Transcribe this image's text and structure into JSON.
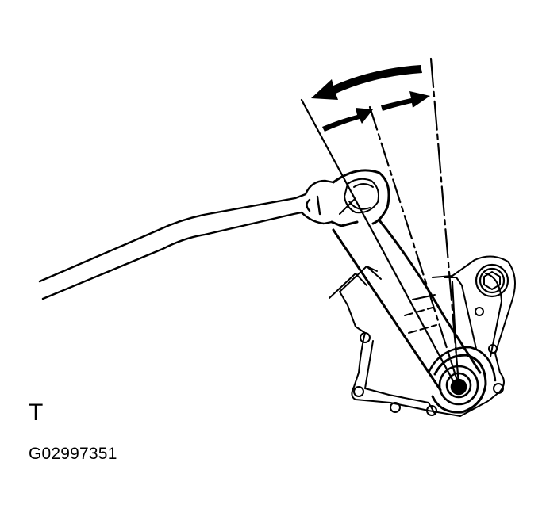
{
  "figure": {
    "description": "Wrench rotating a shaft lever on a transmission switch housing, with arrows indicating back-and-forth rotation between three reference lines",
    "view_code": "T",
    "illustration_id": "G02997351",
    "colors": {
      "line": "#000000",
      "background": "#ffffff"
    }
  }
}
